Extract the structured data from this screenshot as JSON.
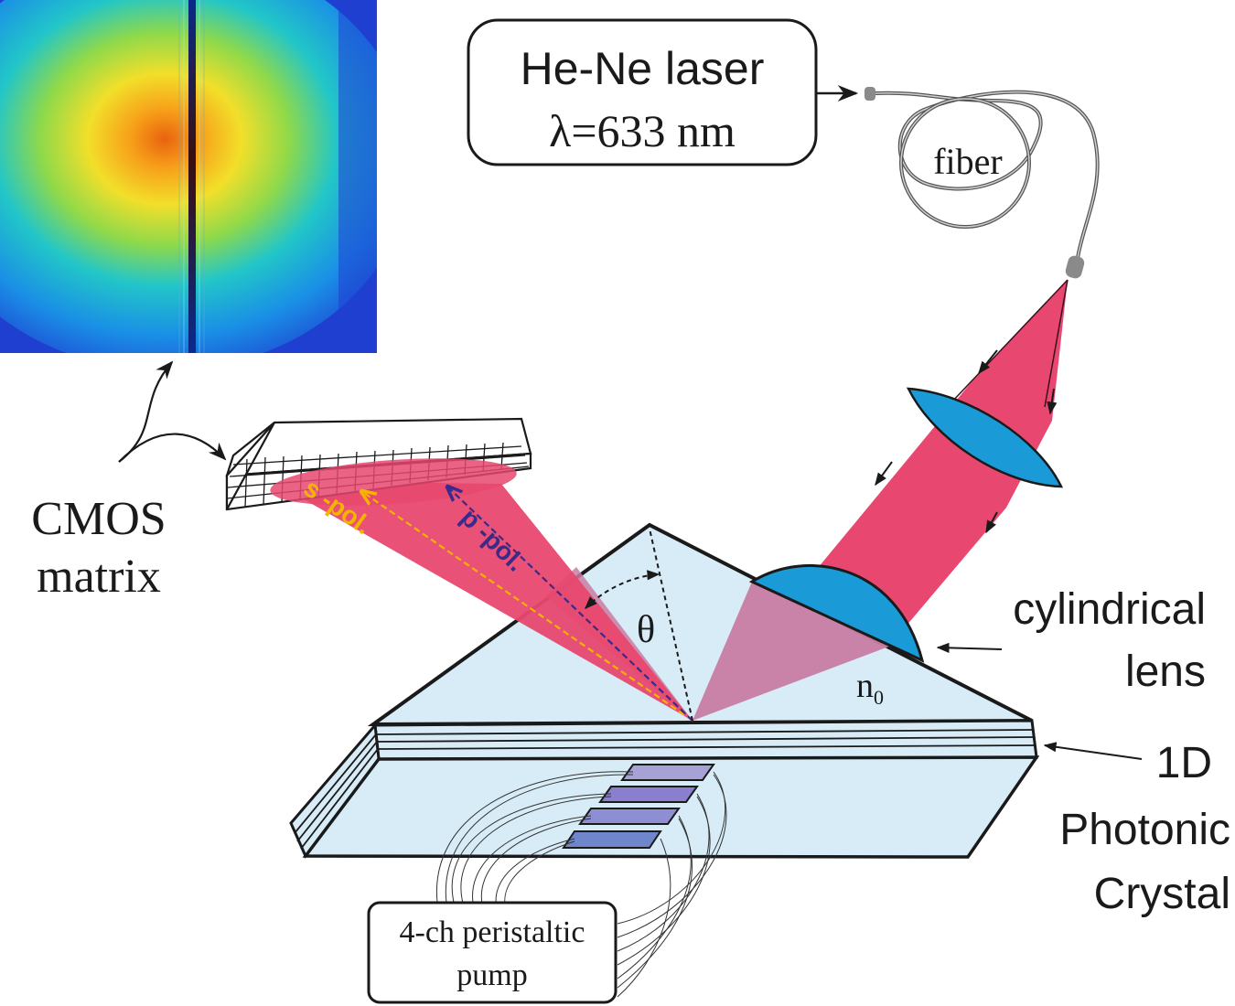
{
  "laser": {
    "line1": "He-Ne laser",
    "line2": "λ=633 nm"
  },
  "fiber": {
    "label": "fiber"
  },
  "cmos": {
    "line1": "CMOS",
    "line2": "matrix"
  },
  "lens": {
    "line1": "cylindrical",
    "line2": "lens"
  },
  "crystal": {
    "line1": "1D",
    "line2": "Photonic",
    "line3": "Crystal"
  },
  "pump": {
    "line1": "4-ch peristaltic",
    "line2": "pump"
  },
  "prism": {
    "index_base": "n",
    "index_sub": "0"
  },
  "angle": {
    "symbol": "θ"
  },
  "polarization": {
    "s_label": "s -pol.",
    "p_label": "p -pol."
  },
  "colors": {
    "beam": "#e8486f",
    "lens_blue": "#1a9ad6",
    "prism_fill": "#d7ecf7",
    "s_pol": "#f4b400",
    "p_pol": "#3b2a8a",
    "image_bg": "#1e3fd0"
  },
  "camera_image": {
    "colormap": "jet",
    "has_dark_vertical_line": true
  }
}
